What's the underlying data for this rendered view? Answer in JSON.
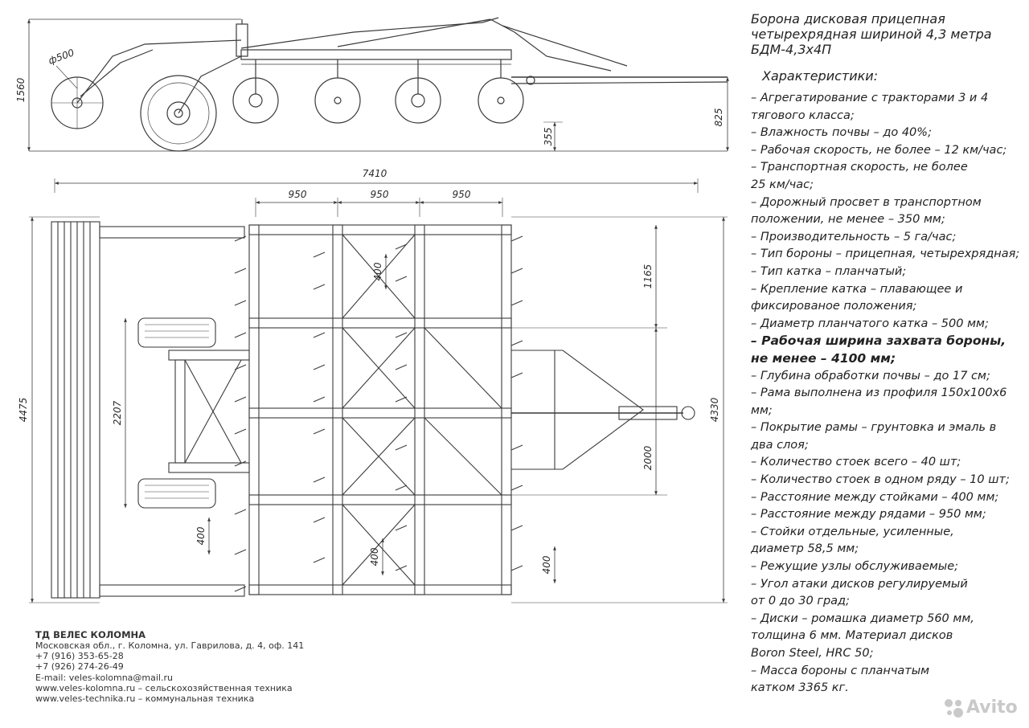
{
  "title": {
    "line1": "Борона дисковая прицепная",
    "line2": "четырехрядная шириной 4,3 метра",
    "line3": "БДМ-4,3х4П"
  },
  "characteristics_heading": "Характеристики:",
  "specs": [
    "– Агрегатирование с тракторами 3 и 4",
    "тягового класса;",
    "– Влажность почвы – до 40%;",
    "– Рабочая скорость, не более – 12 км/час;",
    "– Транспортная скорость, не более",
    "25 км/час;",
    "– Дорожный просвет в транспортном",
    "положении, не менее – 350 мм;",
    "– Производительность – 5 га/час;",
    "– Тип бороны – прицепная, четырехрядная;",
    "– Тип катка – планчатый;",
    "– Крепление катка – плавающее и",
    "фиксированое положения;",
    "– Диаметр планчатого катка – 500 мм;",
    "– Рабочая ширина захвата бороны,",
    "не менее – 4100 мм;",
    "– Глубина обработки почвы – до 17 см;",
    "– Рама выполнена из профиля 150х100х6 мм;",
    "– Покрытие рамы – грунтовка и эмаль в",
    "два слоя;",
    "– Количество стоек всего – 40 шт;",
    "– Количество стоек в одном ряду – 10 шт;",
    "– Расстояние между стойками – 400 мм;",
    "– Расстояние между рядами – 950 мм;",
    "– Стойки отдельные, усиленные,",
    "диаметр 58,5 мм;",
    "– Режущие узлы обслуживаемые;",
    "– Угол атаки дисков регулируемый",
    "от 0 до 30 град;",
    "– Диски – ромашка диаметр 560 мм,",
    "толщина 6 мм. Материал дисков",
    "Boron Steel, HRC 50;",
    "– Масса бороны с планчатым",
    "катком 3365 кг."
  ],
  "company": {
    "name": "ТД ВЕЛЕС КОЛОМНА",
    "address": "Московская обл., г. Коломна, ул. Гаврилова, д. 4, оф. 141",
    "phone1": "+7 (916) 353-65-28",
    "phone2": "+7 (926) 274-26-49",
    "email": "E-mail: veles-kolomna@mail.ru",
    "site1": "www.veles-kolomna.ru – сельскохозяйственная техника",
    "site2": "www.veles-technika.ru – коммунальная техника"
  },
  "dimensions": {
    "side_height": "1560",
    "roller_diameter": "ф500",
    "clearance": "355",
    "hitch_height": "825",
    "overall_length": "7410",
    "row_spacing_1": "950",
    "row_spacing_2": "950",
    "row_spacing_3": "950",
    "overall_width": "4475",
    "wheel_track": "2207",
    "frame_width": "4330",
    "upper_section": "1165",
    "lower_section": "2000",
    "post_spacing_a": "400",
    "post_spacing_b": "400",
    "post_spacing_c": "400",
    "post_spacing_d": "400"
  },
  "watermark": "Avito",
  "colors": {
    "line": "#3a3a3a",
    "text": "#222222",
    "watermark": "#c9c9c9"
  }
}
